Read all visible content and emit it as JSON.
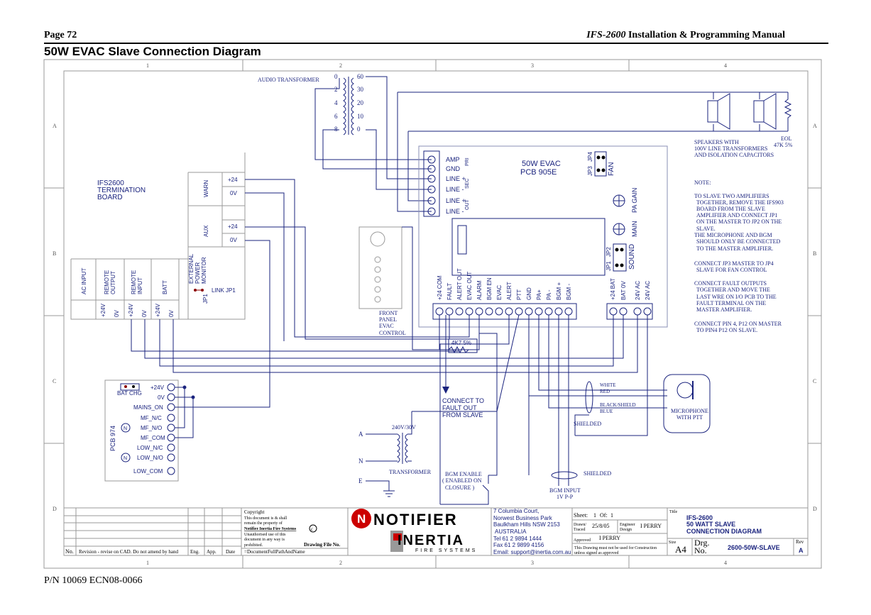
{
  "header": {
    "page": "Page 72",
    "doc_name": "IFS-2600",
    "doc_rest": "Installation & Programming Manual",
    "section_title": "50W EVAC Slave Connection Diagram"
  },
  "footer": {
    "part_number": "P/N 10069 ECN08-0066"
  },
  "grid": {
    "cols": [
      "1",
      "2",
      "3",
      "4"
    ],
    "rows": [
      "A",
      "B",
      "C",
      "D"
    ]
  },
  "diagram": {
    "audio_transformer": {
      "label": "AUDIO TRANSFORMER",
      "left_taps": [
        "0",
        "2",
        "4",
        "6",
        "8"
      ],
      "right_taps": [
        "60",
        "30",
        "20",
        "10",
        "0"
      ]
    },
    "pcb905": {
      "title": "50W  EVAC",
      "subtitle": "PCB 905E",
      "top_terminals": [
        "AMP",
        "GND",
        "LINE +",
        "LINE -",
        "LINE +",
        "LINE -"
      ],
      "pri": "PRI",
      "sec": "SEC",
      "out": "OUT",
      "jp3": "JP3",
      "jp4": "JP4",
      "fan": "FAN",
      "pa_gain": "PA GAIN",
      "main": "MAIN",
      "jp1": "JP1",
      "jp2": "JP2",
      "sound": "SOUND",
      "bottom_terminals": [
        "+24 COM",
        "FAULT",
        "ALERT OUT",
        "EVAC OUT",
        "ALARM",
        "BGM EN",
        "EVAC",
        "ALERT",
        "PTT",
        "GND",
        "PA+",
        "PA -",
        "BGM +",
        "BGM -"
      ],
      "power_terminals": [
        "+24 BAT",
        "BAT 0V",
        "24V AC",
        "24V AC"
      ]
    },
    "speakers": {
      "label_line1": "SPEAKERS WITH",
      "label_line2": "100V LINE TRANSFORMERS",
      "label_line3": "AND ISOLATION CAPACITORS",
      "eol_line1": "EOL",
      "eol_line2": "47K 5%"
    },
    "termination_board": {
      "title_line1": "IFS2600",
      "title_line2": "TERMINATION",
      "title_line3": "BOARD",
      "warn": "WARN",
      "aux": "AUX",
      "plus24": "+24",
      "zero_v": "0V",
      "columns": [
        "AC INPUT",
        "REMOTE OUTPUT",
        "REMOTE INPUT",
        "BATT"
      ],
      "ext_power_line1": "EXTERNAL",
      "ext_power_line2": "POWER",
      "ext_power_line3": "MONITOR",
      "jp1": "JP1",
      "link_jp1": "LINK JP1"
    },
    "front_panel": {
      "line1": "FRONT",
      "line2": "PANEL",
      "line3": "EVAC",
      "line4": "CONTROL"
    },
    "resistor": "4K7 5%",
    "connect_fault": {
      "line1": "CONNECT TO",
      "line2": "FAULT OUT",
      "line3": "FROM SLAVE"
    },
    "pcb974": {
      "label": "PCB 974",
      "bat_chg": "BAT CHG",
      "terminals": [
        "+24V",
        "0V",
        "MAINS_ON",
        "MF_N/C",
        "MF_N/O",
        "MF_COM",
        "LOW_N/C",
        "LOW_N/O",
        "LOW_COM"
      ]
    },
    "transformer": {
      "rating": "240V/30V",
      "label": "TRANSFORMER",
      "a": "A",
      "n": "N",
      "e": "E"
    },
    "bgm_enable": {
      "line1": "BGM ENABLE",
      "line2": "( ENABLED ON",
      "line3": "CLOSURE )"
    },
    "bgm_input": {
      "line1": "BGM INPUT",
      "line2": "1V P-P",
      "shielded": "SHIELDED"
    },
    "microphone": {
      "line1": "MICROPHONE",
      "line2": "WITH PTT",
      "wires": [
        "WHITE",
        "RED",
        "BLACK/SHIELD",
        "BLUE"
      ],
      "shielded": "SHIELDED"
    },
    "notes": [
      "NOTE:",
      "TO SLAVE TWO AMPLIFIERS",
      "TOGETHER, REMOVE THE IFS903",
      "BOARD FROM THE SLAVE",
      "AMPLIFIER AND CONNECT JP1",
      "ON THE MASTER TO JP2 ON THE",
      "SLAVE.",
      "THE MICROPHONE AND BGM",
      "SHOULD ONLY BE CONNECTED",
      "TO THE MASTER AMPLIFIER.",
      "CONNECT JP3 MASTER TO JP4",
      "SLAVE FOR FAN CONTROL",
      "CONNECT FAULT OUTPUTS",
      "TOGETHER AND MOVE THE",
      "LAST WRE ON I/O PCB TO THE",
      "FAULT TERMINAL ON THE",
      "MASTER AMPLIFIER.",
      "CONNECT PIN 4, P12 ON MASTER",
      "TO PIN4 P12 ON SLAVE."
    ]
  },
  "title_block": {
    "rev_headers": [
      "No.",
      "Revision - revise on CAD.  Do not amend by hand",
      "Eng.",
      "App.",
      "Date"
    ],
    "copyright": [
      "Copyright",
      "This document is & shall",
      "remain the property of",
      "Notifier Inertia Fire Systems",
      "Unauthorised use of this",
      "document in any way is",
      "prohibited."
    ],
    "drawing_file_label": "Drawing File No.",
    "drawing_file_path": "=DocumentFullPathAndName",
    "logo_top": "NOTIFIER",
    "logo_bottom": "INERTIA",
    "logo_sub": "FIRE SYSTEMS",
    "address": [
      "7 Columbia Court,",
      "Norwest Business Park",
      "Baulkham Hills NSW 2153",
      "AUSTRALIA",
      "Tel  61 2 9894 1444",
      "Fax  61 2 9899 4156",
      "Email: support@inertia.com.au"
    ],
    "sheet_label": "Sheet:",
    "sheet_no": "1",
    "of_label": "Of:",
    "sheet_of": "1",
    "drawn_label": "Drawn/ Traced",
    "date": "25/8/05",
    "engineer_label": "Engineer Design",
    "engineer": "I PERRY",
    "approved_label": "Approved",
    "approved": "I PERRY",
    "disclaimer": "This Drawing must not be used for Construction unless signed as approved",
    "title_label": "Title",
    "title_lines": [
      "IFS-2600",
      "50 WATT SLAVE",
      "CONNECTION DIAGRAM"
    ],
    "size_label": "Size",
    "size": "A4",
    "drg_label": "Drg.",
    "no_label": "No.",
    "drawing_no": "2600-50W-SLAVE",
    "rev_label": "Rev",
    "rev": "A"
  }
}
